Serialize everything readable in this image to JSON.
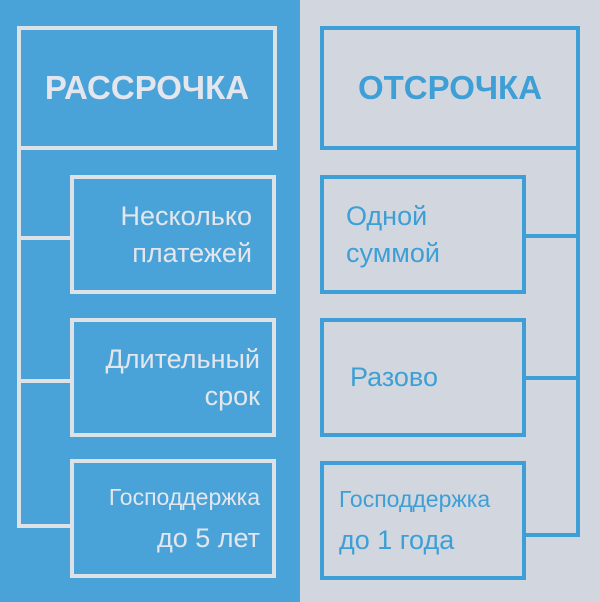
{
  "left": {
    "title": "РАССРОЧКА",
    "items": [
      {
        "line1": "Несколько",
        "line2": "платежей"
      },
      {
        "line1": "Длительный",
        "line2": "срок"
      },
      {
        "line1": "Господдержка",
        "line2": "до 5 лет"
      }
    ]
  },
  "right": {
    "title": "ОТСРОЧКА",
    "items": [
      {
        "line1": "Одной",
        "line2": "суммой"
      },
      {
        "line1": "Разово"
      },
      {
        "line1": "Господдержка",
        "line2": "до 1 года"
      }
    ]
  },
  "colors": {
    "left_background": "#4aa3d8",
    "right_background": "#d2d7df",
    "left_border": "#dde1e8",
    "right_border": "#3d9fd6"
  }
}
